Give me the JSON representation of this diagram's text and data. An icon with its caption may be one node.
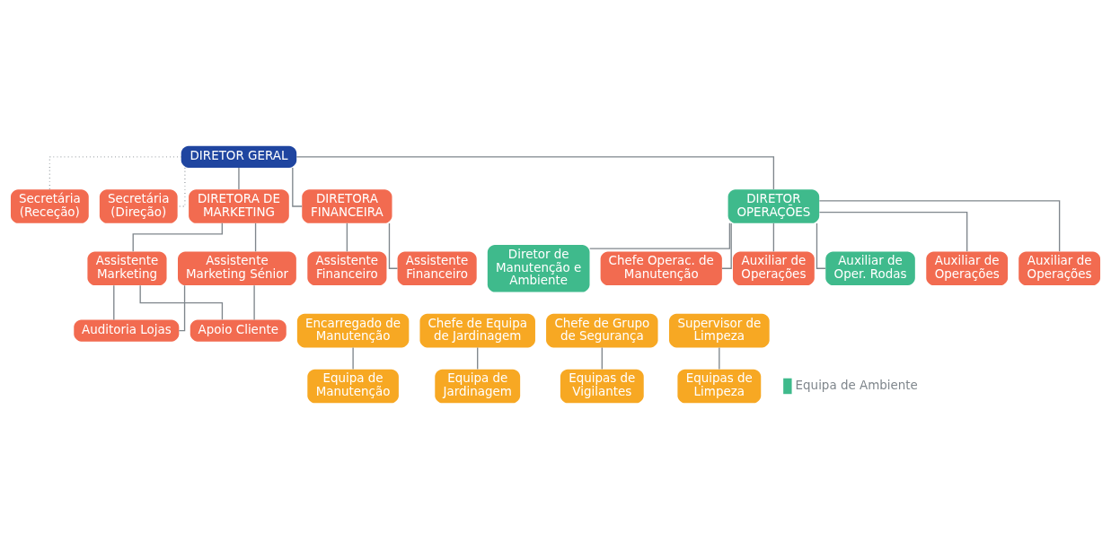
{
  "diagram": {
    "nodes": [
      {
        "text": [
          "DIRETOR GERAL"
        ]
      },
      {
        "text": [
          "Secretária (Receção)"
        ]
      },
      {
        "text": [
          "Secretária (Direção)"
        ]
      },
      {
        "text": [
          "DIRETORA DE MARKETING"
        ]
      },
      {
        "text": [
          "DIRETORA FINANCEIRA"
        ]
      },
      {
        "text": [
          "DIRETOR OPERAÇÕES"
        ]
      },
      {
        "text": [
          "Assistente Marketing"
        ]
      },
      {
        "text": [
          "Assistente Marketing Sénior"
        ]
      },
      {
        "text": [
          "Assistente Financeiro"
        ]
      },
      {
        "text": [
          "Assistente Financeiro"
        ]
      },
      {
        "text": [
          "Diretor de Manutenção e Ambiente"
        ]
      },
      {
        "text": [
          "Auditoria Lojas"
        ]
      },
      {
        "text": [
          "Apoio Cliente"
        ]
      },
      {
        "text": [
          "Chefe Operac. de Manutenção"
        ]
      },
      {
        "text": [
          "Auxiliar de Operações"
        ]
      },
      {
        "text": [
          "Auxiliar de Oper. Rodas"
        ]
      },
      {
        "text": [
          "Auxiliar de Operações"
        ]
      },
      {
        "text": [
          "Auxiliar de Operações"
        ]
      },
      {
        "text": [
          "Encarregado de Manutenção"
        ]
      },
      {
        "text": [
          "Chefe de Equipa de Jardinagem"
        ]
      },
      {
        "text": [
          "Chefe de Grupo de Segurança"
        ]
      },
      {
        "text": [
          "Supervisor de Limpeza"
        ]
      },
      {
        "text": [
          "Equipa de Manutenção"
        ]
      },
      {
        "text": [
          "Equipa de Jardinagem"
        ]
      },
      {
        "text": [
          "Equipas de Vigilantes"
        ]
      },
      {
        "text": [
          "Equipas de Limpeza"
        ]
      }
    ],
    "edges": [
      {
        "from": 0,
        "to": 1,
        "arrow": "none",
        "style": "dashed"
      },
      {
        "from": 0,
        "to": 2,
        "arrow": "none",
        "style": "dashed"
      },
      {
        "from": 0,
        "to": 3,
        "arrow": "none"
      },
      {
        "from": 0,
        "to": 4,
        "arrow": "none"
      },
      {
        "from": 0,
        "to": 5,
        "arrow": "none"
      },
      {
        "from": 3,
        "to": 6,
        "arrow": "none"
      },
      {
        "from": 3,
        "to": 7,
        "arrow": "none"
      },
      {
        "from": 4,
        "to": 8,
        "arrow": "none"
      },
      {
        "from": 4,
        "to": 9,
        "arrow": "none"
      },
      {
        "from": 5,
        "to": 10,
        "arrow": "none"
      },
      {
        "from": 6,
        "to": 11,
        "arrow": "none"
      },
      {
        "from": 6,
        "to": 12,
        "arrow": "none"
      },
      {
        "from": 7,
        "to": 11,
        "arrow": "none"
      },
      {
        "from": 7,
        "to": 12,
        "arrow": "none"
      },
      {
        "from": 5,
        "to": 13,
        "arrow": "none"
      },
      {
        "from": 5,
        "to": 14,
        "arrow": "none"
      },
      {
        "from": 5,
        "to": 15,
        "arrow": "none"
      },
      {
        "from": 5,
        "to": 16,
        "arrow": "none"
      },
      {
        "from": 5,
        "to": 17,
        "arrow": "none"
      },
      {
        "from": 18,
        "to": 22,
        "arrow": "none"
      },
      {
        "from": 19,
        "to": 23,
        "arrow": "none"
      },
      {
        "from": 20,
        "to": 24,
        "arrow": "none"
      },
      {
        "from": 21,
        "to": 25,
        "arrow": "none"
      }
    ],
    "legend": [
      {
        "text": "Equipa de Ambiente",
        "color": "#3fba8c"
      }
    ]
  }
}
